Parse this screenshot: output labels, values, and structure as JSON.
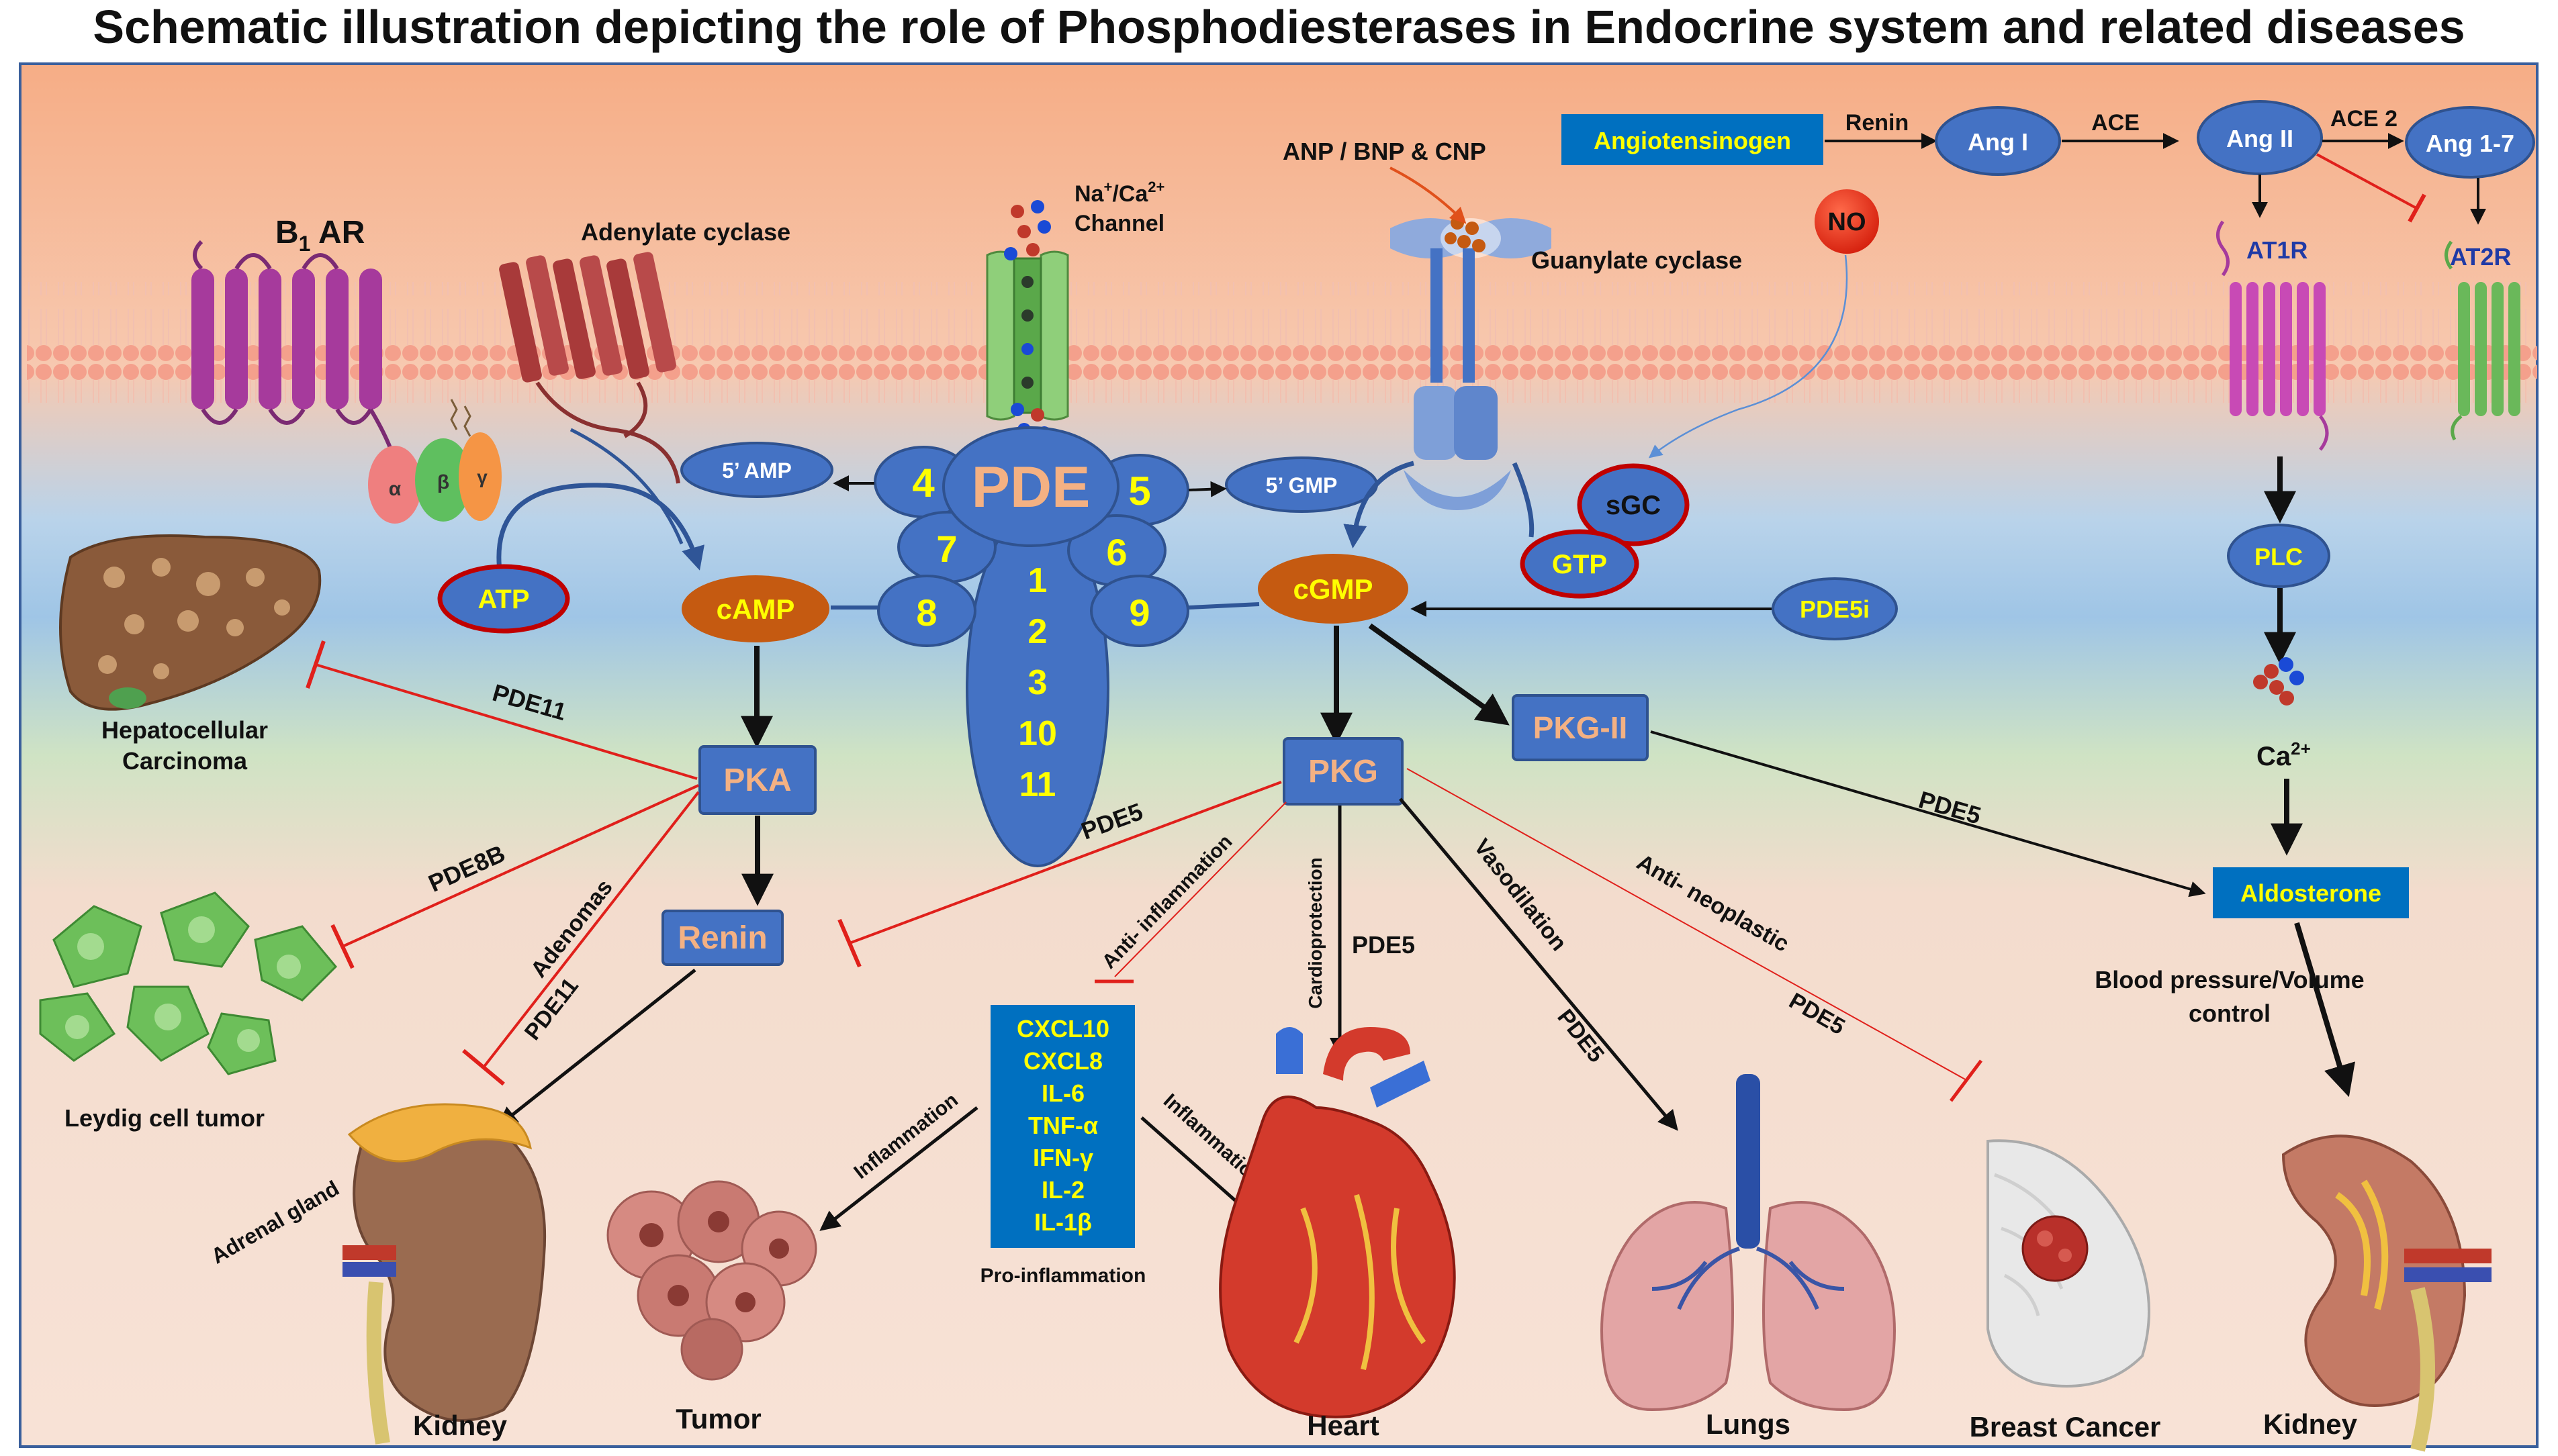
{
  "title": "Schematic illustration depicting the role of Phosphodiesterases in Endocrine system and related diseases",
  "colors": {
    "node_blue": "#4472c4",
    "node_outline": "#2f528f",
    "camp_orange": "#c55a11",
    "inhibit_red": "#e0201b",
    "label_yellow": "#ffff00",
    "box_blue": "#0070c0",
    "membrane_pink": "#f4a08c",
    "bg_top": "#f6b48d",
    "bg_mid": "#9dc3e6",
    "bg_green": "#c5e0b4"
  },
  "receptors": {
    "b1ar_main": "B",
    "b1ar_sub": "1",
    "b1ar_suffix": " AR",
    "adenylate_cyclase": "Adenylate cyclase",
    "channel_line1": "Na",
    "channel_sup1": "+",
    "channel_mid": "/Ca",
    "channel_sup2": "2+",
    "channel_line2": "Channel",
    "natriuretic": "ANP / BNP & CNP",
    "guanylate_cyclase": "Guanylate cyclase",
    "no": "NO",
    "sgc": "sGC",
    "gtp": "GTP",
    "at1r": "AT1R",
    "at2r": "AT2R",
    "g_alpha": "α",
    "g_beta": "β",
    "g_gamma": "γ"
  },
  "raas": {
    "angiotensinogen": "Angiotensinogen",
    "renin_label": "Renin",
    "ang1": "Ang I",
    "ace": "ACE",
    "ang2": "Ang II",
    "ace2": "ACE 2",
    "ang17": "Ang 1-7",
    "plc": "PLC",
    "ca_main": "Ca",
    "ca_sup": "2+",
    "aldosterone": "Aldosterone",
    "bp_line1": "Blood pressure/Volume",
    "bp_line2": "control"
  },
  "pde": {
    "center": "PDE",
    "n4": "4",
    "n5": "5",
    "n7": "7",
    "n6": "6",
    "n8": "8",
    "n9": "9",
    "stack": [
      "1",
      "2",
      "3",
      "10",
      "11"
    ],
    "amp5": "5’ AMP",
    "gmp5": "5’ GMP"
  },
  "nodes": {
    "atp": "ATP",
    "camp": "cAMP",
    "cgmp": "cGMP",
    "pde5i": "PDE5i",
    "pka": "PKA",
    "pkg": "PKG",
    "pkg2": "PKG-II",
    "renin": "Renin"
  },
  "edge_labels": {
    "pde11_hcc": "PDE11",
    "pde8b": "PDE8B",
    "adenomas": "Adenomas",
    "pde11_adrenal": "PDE11",
    "pde5_renin": "PDE5",
    "anti_inflammation": "Anti- inflammation",
    "cardioprotection": "Cardioprotection",
    "pde5_heart": "PDE5",
    "vasodilation": "Vasodilation",
    "pde5_lungs": "PDE5",
    "anti_neoplastic": "Anti- neoplastic",
    "pde5_breast": "PDE5",
    "pde5_aldosterone": "PDE5",
    "inflammation_tumor": "Inflammation",
    "inflammation_heart": "Inflammation"
  },
  "cytokines": {
    "items": [
      "CXCL10",
      "CXCL8",
      "IL-6",
      "TNF-α",
      "IFN-γ",
      "IL-2",
      "IL-1β"
    ],
    "caption": "Pro-inflammation"
  },
  "organs": {
    "hcc_line1": "Hepatocellular",
    "hcc_line2": "Carcinoma",
    "leydig": "Leydig cell tumor",
    "adrenal": "Adrenal gland",
    "kidney_left": "Kidney",
    "tumor": "Tumor",
    "heart": "Heart",
    "lungs": "Lungs",
    "breast": "Breast Cancer",
    "kidney_right": "Kidney"
  }
}
